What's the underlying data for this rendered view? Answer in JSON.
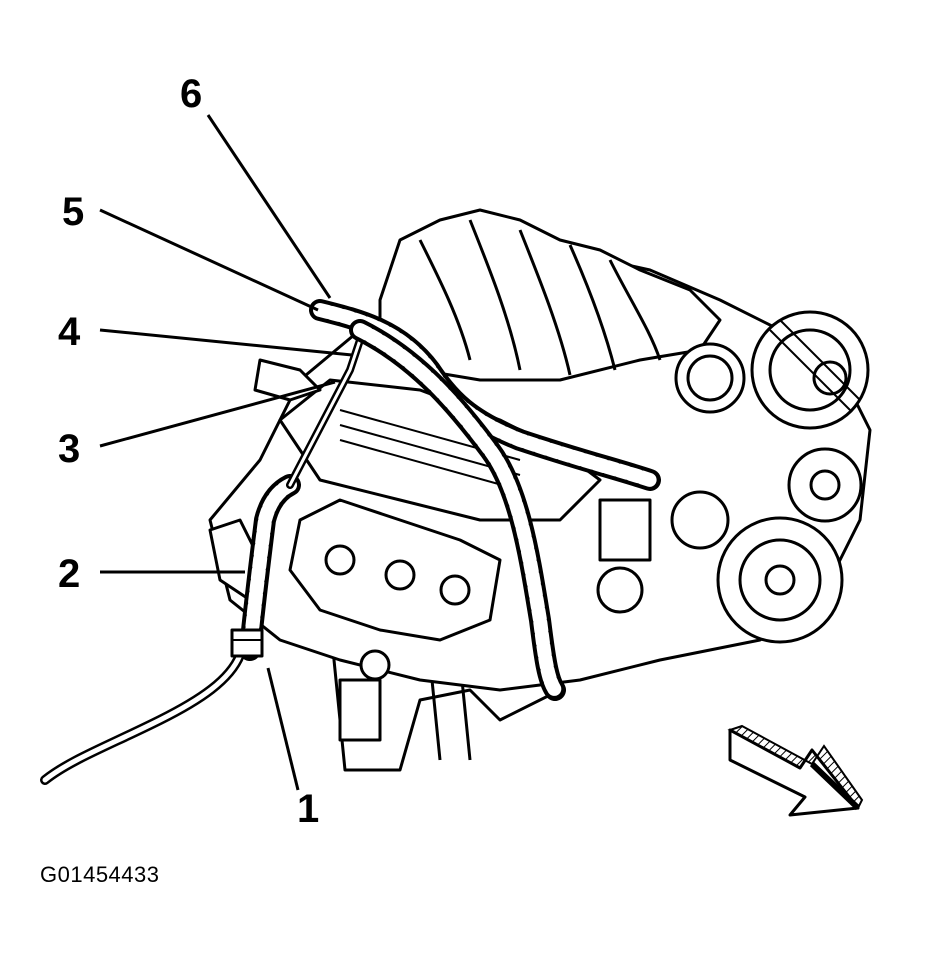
{
  "figure": {
    "id": "G01454433"
  },
  "callouts": [
    {
      "number": "1"
    },
    {
      "number": "2"
    },
    {
      "number": "3"
    },
    {
      "number": "4"
    },
    {
      "number": "5"
    },
    {
      "number": "6"
    }
  ],
  "direction_arrow": {
    "icon": "direction-arrow-icon"
  },
  "colors": {
    "ink": "#000000",
    "paper": "#ffffff"
  }
}
